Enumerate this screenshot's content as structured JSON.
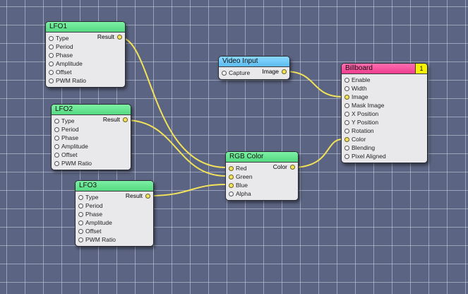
{
  "colors": {
    "wire": "#f3e35a",
    "canvas_bg": "#5b6482",
    "lfo_header": "#66e390",
    "video_header": "#74cbf7",
    "billboard_header": "#f24c98",
    "badge": "#f7f300"
  },
  "nodes": {
    "lfo1": {
      "title": "LFO1",
      "output": "Result",
      "inputs": [
        "Type",
        "Period",
        "Phase",
        "Amplitude",
        "Offset",
        "PWM Ratio"
      ]
    },
    "lfo2": {
      "title": "LFO2",
      "output": "Result",
      "inputs": [
        "Type",
        "Period",
        "Phase",
        "Amplitude",
        "Offset",
        "PWM Ratio"
      ]
    },
    "lfo3": {
      "title": "LFO3",
      "output": "Result",
      "inputs": [
        "Type",
        "Period",
        "Phase",
        "Amplitude",
        "Offset",
        "PWM Ratio"
      ]
    },
    "video": {
      "title": "Video Input",
      "output": "Image",
      "inputs": [
        "Capture"
      ]
    },
    "rgb": {
      "title": "RGB Color",
      "output": "Color",
      "inputs": [
        "Red",
        "Green",
        "Blue",
        "Alpha"
      ]
    },
    "billboard": {
      "title": "Billboard",
      "badge": "1",
      "inputs": [
        "Enable",
        "Width",
        "Image",
        "Mask Image",
        "X Position",
        "Y Position",
        "Rotation",
        "Color",
        "Blending",
        "Pixel Aligned"
      ]
    }
  }
}
